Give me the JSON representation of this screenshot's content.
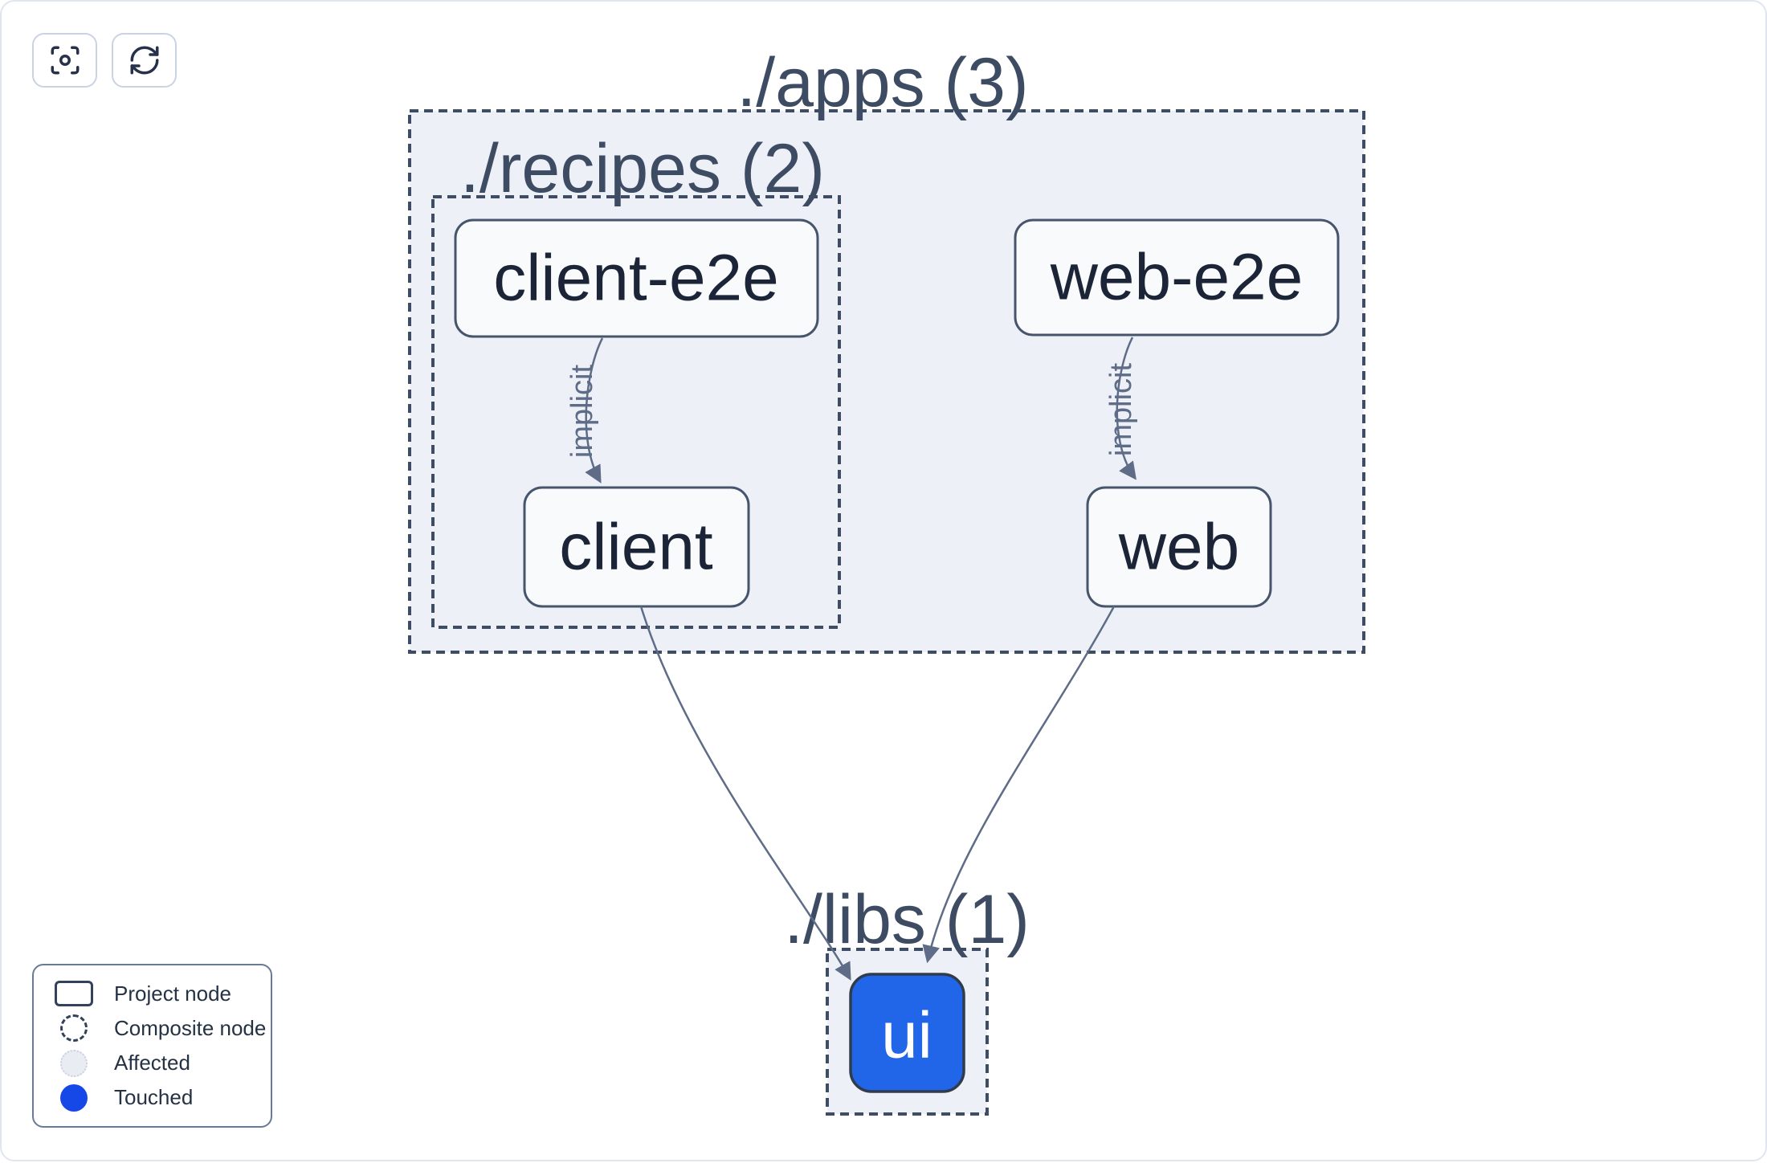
{
  "graph": {
    "containers": {
      "apps": {
        "title": "./apps (3)"
      },
      "recipes": {
        "title": "./recipes (2)"
      },
      "libs": {
        "title": "./libs (1)"
      }
    },
    "nodes": {
      "client_e2e": {
        "label": "client-e2e",
        "state": "default"
      },
      "web_e2e": {
        "label": "web-e2e",
        "state": "default"
      },
      "client": {
        "label": "client",
        "state": "default"
      },
      "web": {
        "label": "web",
        "state": "default"
      },
      "ui": {
        "label": "ui",
        "state": "touched"
      }
    },
    "edges": [
      {
        "from": "client-e2e",
        "to": "client",
        "label": "implicit"
      },
      {
        "from": "web-e2e",
        "to": "web",
        "label": "implicit"
      },
      {
        "from": "client",
        "to": "ui",
        "label": ""
      },
      {
        "from": "web",
        "to": "ui",
        "label": ""
      }
    ]
  },
  "toolbar": {
    "buttons": [
      {
        "icon": "focus-icon"
      },
      {
        "icon": "refresh-icon"
      }
    ]
  },
  "legend": {
    "items": [
      {
        "symbol": "project-node-shape",
        "label": "Project node"
      },
      {
        "symbol": "composite-node-shape",
        "label": "Composite node"
      },
      {
        "symbol": "affected-shape",
        "label": "Affected"
      },
      {
        "symbol": "touched-shape",
        "label": "Touched"
      }
    ]
  },
  "colors": {
    "touched_node_fill": "#2165e9",
    "legend_touched": "#1648e8",
    "container_fill": "#edf1f7",
    "dashed_border": "#3e4c64",
    "node_border": "#47556c",
    "node_fill": "#f8fafc",
    "edge": "#5e6c87",
    "node_text": "#1b2537",
    "title_text": "#3e4c63"
  }
}
